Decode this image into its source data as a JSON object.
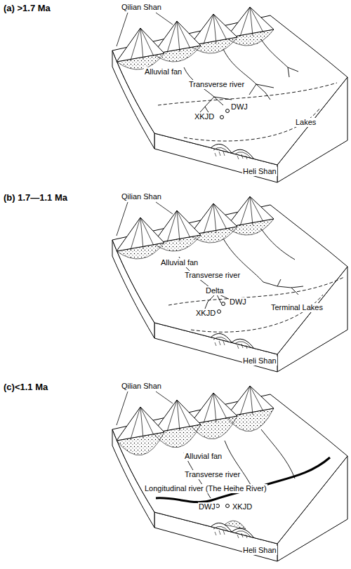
{
  "diagram": {
    "labels": [
      "(a) >1.7 Ma",
      "Qilian Shan",
      "Alluvial fan",
      "Transverse river",
      "Lakes",
      "DWJ",
      "XKJD",
      "Heli Shan",
      "(b) 1.7—1.1 Ma",
      "Qilian Shan",
      "Alluvial fan",
      "Transverse river",
      "Delta",
      "Terminal Lakes",
      "DWJ",
      "XKJD",
      "Heli Shan",
      "(c)<1.1 Ma",
      "Qilian Shan",
      "Alluvial fan",
      "Transverse river",
      "Longitudinal river (The Heihe River)",
      "DWJ",
      "XKJD",
      "Heli Shan"
    ]
  }
}
